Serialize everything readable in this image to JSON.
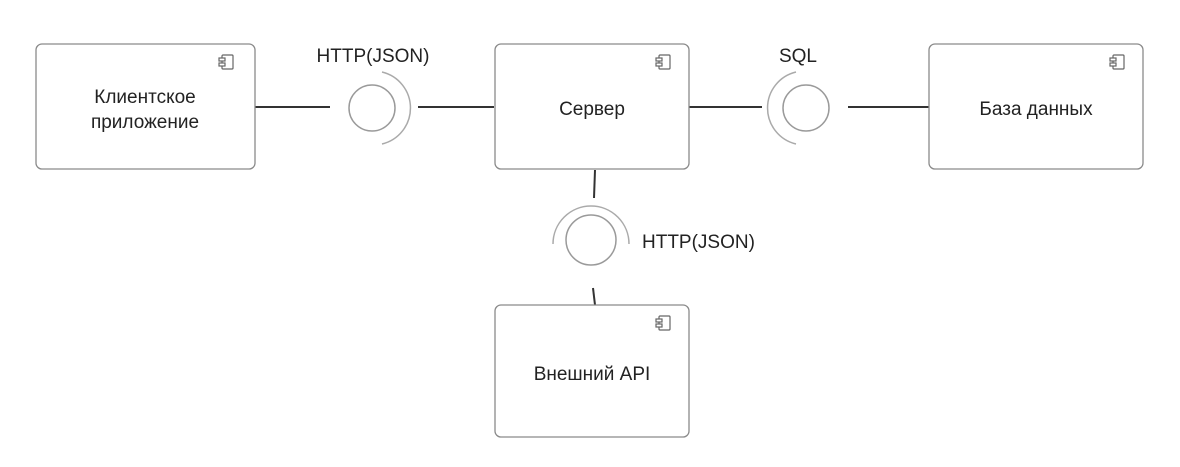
{
  "diagram": {
    "colors": {
      "component_border": "#8a8a8a",
      "connector": "#333333",
      "interface_ring": "#9a9a9a",
      "text": "#222222",
      "background": "#ffffff"
    },
    "components": {
      "client": {
        "line1": "Клиентское",
        "line2": "приложение",
        "icon": "component-icon"
      },
      "server": {
        "label": "Сервер",
        "icon": "component-icon"
      },
      "database": {
        "label": "База данных",
        "icon": "component-icon"
      },
      "external_api": {
        "label": "Внешний API",
        "icon": "component-icon"
      }
    },
    "interfaces": {
      "client_server": {
        "label": "HTTP(JSON)"
      },
      "server_db": {
        "label": "SQL"
      },
      "server_api": {
        "label": "HTTP(JSON)"
      }
    }
  }
}
